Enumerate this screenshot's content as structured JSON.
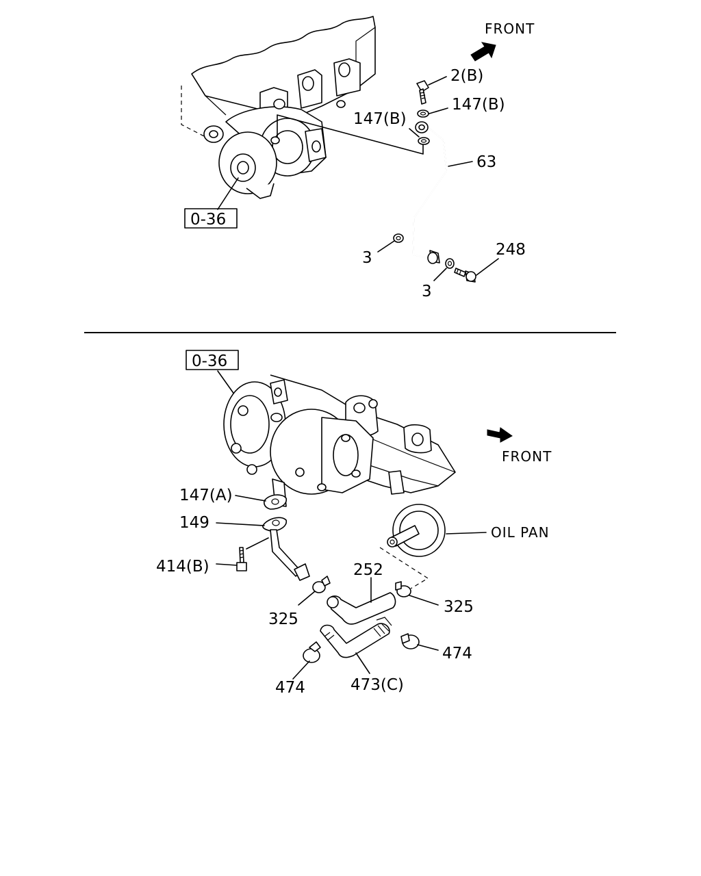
{
  "top_section": {
    "front_label": "FRONT",
    "ref_box": "0-36",
    "labels": {
      "bolt": "2(B)",
      "washer_upper": "147(B)",
      "washer_left": "147(B)",
      "pipe": "63",
      "gasket_left": "3",
      "gasket_lower": "3",
      "bolt_lower": "248"
    }
  },
  "bottom_section": {
    "front_label": "FRONT",
    "ref_box": "0-36",
    "oil_pan_label": "OIL PAN",
    "labels": {
      "gasket": "147(A)",
      "pipe": "149",
      "bolt": "414(B)",
      "hose": "252",
      "clip_left": "325",
      "clip_right": "325",
      "hose_c": "473(C)",
      "clamp_left": "474",
      "clamp_right": "474"
    }
  }
}
